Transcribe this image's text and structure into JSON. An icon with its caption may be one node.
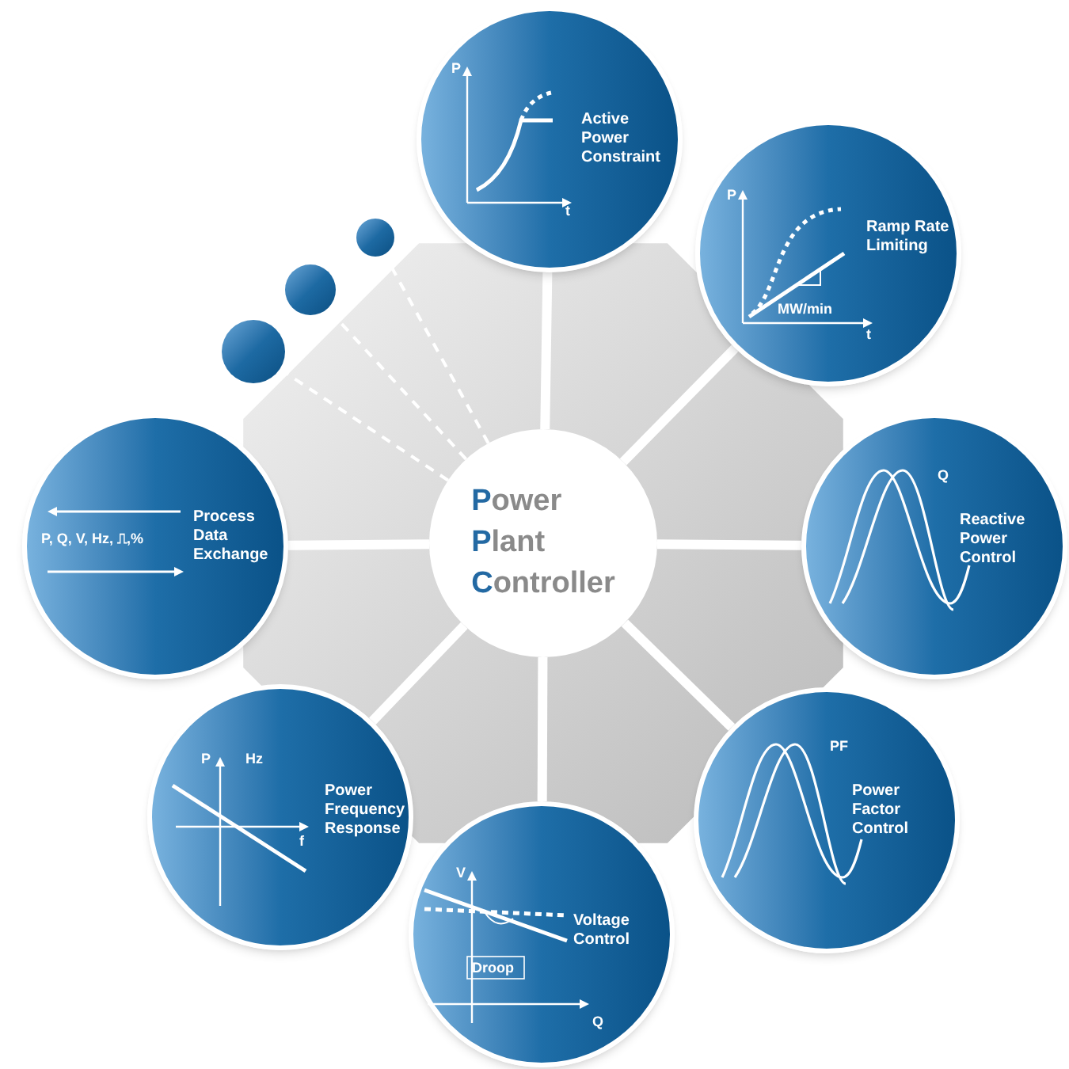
{
  "diagram": {
    "nodes": [
      {
        "text": [
          "Power Plant Controller"
        ]
      },
      {
        "text": [
          "P",
          "Active Power Constraint",
          "t"
        ]
      },
      {
        "text": [
          "P",
          "Ramp Rate Limiting",
          "MW/min",
          "t"
        ]
      },
      {
        "text": [
          "Q",
          "Reactive Power Control"
        ]
      },
      {
        "text": [
          "PF",
          "Power Factor Control"
        ]
      },
      {
        "text": [
          "V",
          "Voltage Control",
          "Droop",
          "Q"
        ]
      },
      {
        "text": [
          "P",
          "Hz",
          "Power Frequency Response",
          "f"
        ]
      },
      {
        "text": [
          "P, Q, V, Hz, ⎍,%",
          "Process Data Exchange"
        ]
      },
      {
        "text": [],
        "shape": "circle"
      },
      {
        "text": [],
        "shape": "circle"
      },
      {
        "text": [],
        "shape": "circle"
      }
    ],
    "edges": [
      {
        "from": 0,
        "to": 1,
        "arrow": "none"
      },
      {
        "from": 0,
        "to": 2,
        "arrow": "none"
      },
      {
        "from": 0,
        "to": 3,
        "arrow": "none"
      },
      {
        "from": 0,
        "to": 4,
        "arrow": "none"
      },
      {
        "from": 0,
        "to": 5,
        "arrow": "none"
      },
      {
        "from": 0,
        "to": 6,
        "arrow": "none"
      },
      {
        "from": 0,
        "to": 7,
        "arrow": "none"
      },
      {
        "from": 0,
        "to": 8,
        "arrow": "none",
        "style": "dashed"
      },
      {
        "from": 0,
        "to": 9,
        "arrow": "none",
        "style": "dashed"
      },
      {
        "from": 0,
        "to": 10,
        "arrow": "none",
        "style": "dashed"
      }
    ]
  }
}
